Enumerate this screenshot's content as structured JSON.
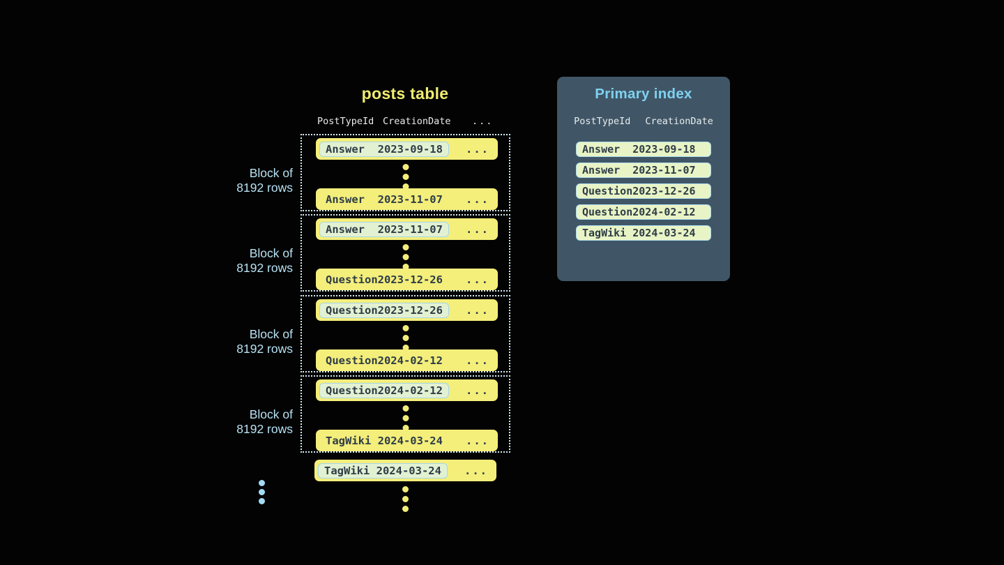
{
  "posts_table": {
    "title": "posts table",
    "columns": [
      "PostTypeId",
      "CreationDate"
    ],
    "columns_ellipsis": "...",
    "row_ellipsis": "...",
    "block_label_lines": [
      "Block of",
      "8192 rows"
    ],
    "blocks": [
      {
        "first": {
          "post_type": "Answer",
          "creation_date": "2023-09-18"
        },
        "last": {
          "post_type": "Answer",
          "creation_date": "2023-11-07"
        }
      },
      {
        "first": {
          "post_type": "Answer",
          "creation_date": "2023-11-07"
        },
        "last": {
          "post_type": "Question",
          "creation_date": "2023-12-26"
        }
      },
      {
        "first": {
          "post_type": "Question",
          "creation_date": "2023-12-26"
        },
        "last": {
          "post_type": "Question",
          "creation_date": "2024-02-12"
        }
      },
      {
        "first": {
          "post_type": "Question",
          "creation_date": "2024-02-12"
        },
        "last": {
          "post_type": "TagWiki",
          "creation_date": "2024-03-24"
        }
      }
    ],
    "tail_row": {
      "post_type": "TagWiki",
      "creation_date": "2024-03-24"
    }
  },
  "primary_index": {
    "title": "Primary index",
    "columns": [
      "PostTypeId",
      "CreationDate"
    ],
    "rows": [
      {
        "post_type": "Answer",
        "creation_date": "2023-09-18"
      },
      {
        "post_type": "Answer",
        "creation_date": "2023-11-07"
      },
      {
        "post_type": "Question",
        "creation_date": "2023-12-26"
      },
      {
        "post_type": "Question",
        "creation_date": "2024-02-12"
      },
      {
        "post_type": "TagWiki",
        "creation_date": "2024-03-24"
      }
    ]
  },
  "colors": {
    "background": "#030303",
    "row_yellow": "#f4ee7b",
    "title_yellow": "#f1ec71",
    "dark_text": "#2e3d47",
    "header_text": "#e9ece9",
    "block_border": "#d8edf4",
    "block_label_blue": "#b7e1f2",
    "panel_background": "#405666",
    "panel_title_blue": "#7fd1f0",
    "highlight_box_bg": "#e3f1d3",
    "highlight_box_border": "#a6d6e8",
    "index_row_bg": "#e9f4c6",
    "index_row_border": "#addeee",
    "blue_dots": "#a2daf1",
    "yellow_dots": "#f2ed78"
  }
}
